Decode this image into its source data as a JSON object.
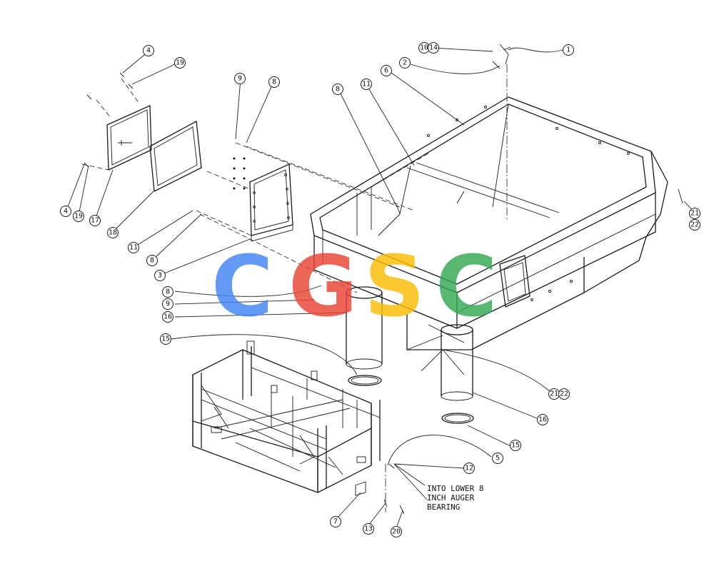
{
  "callouts": [
    {
      "label": "1"
    },
    {
      "label": "10"
    },
    {
      "label": "14"
    },
    {
      "label": "2"
    },
    {
      "label": "6"
    },
    {
      "label": "4"
    },
    {
      "label": "19"
    },
    {
      "label": "9"
    },
    {
      "label": "8"
    },
    {
      "label": "8"
    },
    {
      "label": "11"
    },
    {
      "label": "4"
    },
    {
      "label": "19"
    },
    {
      "label": "17"
    },
    {
      "label": "18"
    },
    {
      "label": "11"
    },
    {
      "label": "8"
    },
    {
      "label": "3"
    },
    {
      "label": "21"
    },
    {
      "label": "22"
    },
    {
      "label": "8"
    },
    {
      "label": "9"
    },
    {
      "label": "16"
    },
    {
      "label": "15"
    },
    {
      "label": "21"
    },
    {
      "label": "22"
    },
    {
      "label": "16"
    },
    {
      "label": "15"
    },
    {
      "label": "5"
    },
    {
      "label": "12"
    },
    {
      "label": "7"
    },
    {
      "label": "13"
    },
    {
      "label": "20"
    }
  ],
  "note": {
    "lines": [
      "INTO LOWER 8",
      "INCH AUGER",
      "BEARING"
    ]
  },
  "watermark": {
    "letters": [
      "C",
      "G",
      "S",
      "C"
    ],
    "colors": [
      "#4285F4",
      "#EA4335",
      "#FBBC05",
      "#34A853"
    ]
  }
}
